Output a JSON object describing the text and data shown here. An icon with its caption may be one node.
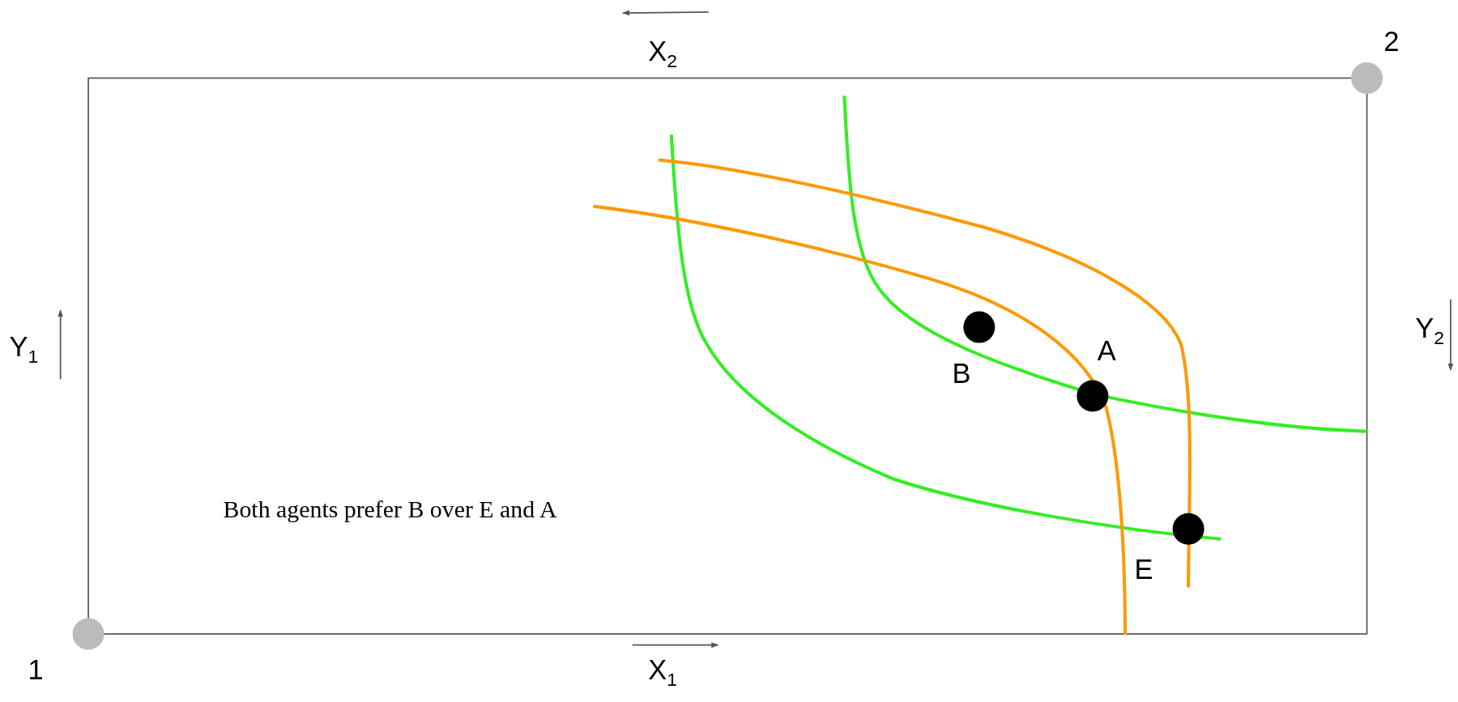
{
  "diagram": {
    "labels": [
      "X$_{2}$",
      "2",
      "Y$_{1}$",
      "Y$_{2}$",
      "A",
      "B",
      "Both agents prefer B over E and A",
      "E",
      "1",
      "X$_{1}$"
    ]
  }
}
